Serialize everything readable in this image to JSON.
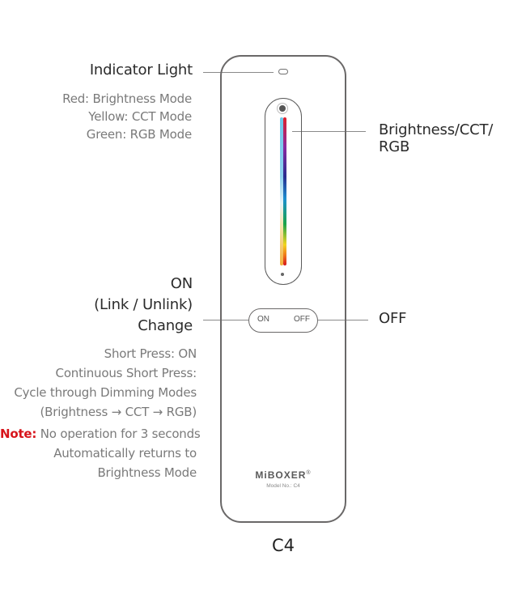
{
  "labels": {
    "indicator_title": "Indicator Light",
    "indicator_modes": [
      "Red: Brightness Mode",
      "Yellow: CCT Mode",
      "Green: RGB Mode"
    ],
    "slider_title": "Brightness/CCT/ RGB",
    "on_title_lines": [
      "ON",
      "(Link / Unlink)",
      "Change"
    ],
    "off_title": "OFF",
    "on_description": [
      "Short Press: ON",
      "Continuous Short Press:",
      "Cycle through Dimming Modes",
      "(Brightness → CCT → RGB)"
    ],
    "note": {
      "prefix": "Note:",
      "lines": [
        "No operation for 3 seconds",
        "Automatically returns to",
        "Brightness Mode"
      ]
    }
  },
  "remote": {
    "buttons": {
      "on": "ON",
      "off": "OFF"
    },
    "brand": "MiBOXER",
    "registered": "®",
    "model_text": "Model No.: C4",
    "icons": [
      "indicator-light",
      "sun-icon",
      "brightness-dot"
    ]
  },
  "caption": "C4",
  "colors": {
    "note_red": "#d7141b",
    "outline": "#6a6868",
    "label_gray": "#7a7a7a",
    "label_dark": "#2b2b2b"
  }
}
